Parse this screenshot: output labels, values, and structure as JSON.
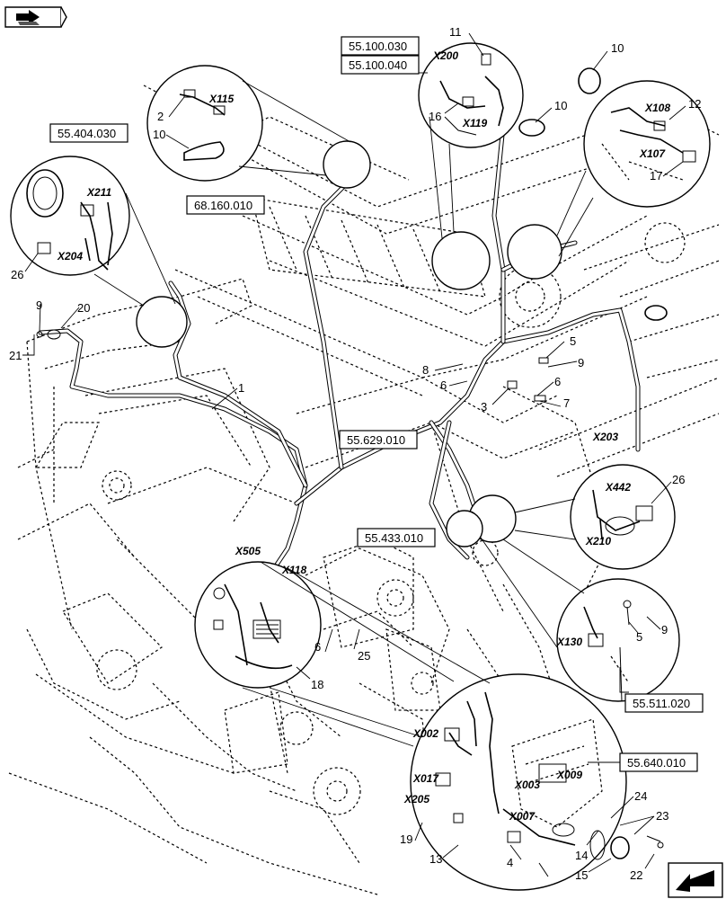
{
  "icon": {
    "name": "navigation-arrow-icon"
  },
  "ref_boxes": [
    {
      "id": "ref-55100030",
      "text": "55.100.030"
    },
    {
      "id": "ref-55100040",
      "text": "55.100.040"
    },
    {
      "id": "ref-55404030",
      "text": "55.404.030"
    },
    {
      "id": "ref-68160010",
      "text": "68.160.010"
    },
    {
      "id": "ref-55629010",
      "text": "55.629.010"
    },
    {
      "id": "ref-55433010",
      "text": "55.433.010"
    },
    {
      "id": "ref-55511020",
      "text": "55.511.020"
    },
    {
      "id": "ref-55640010",
      "text": "55.640.010"
    }
  ],
  "connectors": [
    "X200",
    "X119",
    "X115",
    "X108",
    "X107",
    "X211",
    "X204",
    "X203",
    "X442",
    "X210",
    "X505",
    "X118",
    "X130",
    "X002",
    "X017",
    "X205",
    "X003",
    "X009",
    "X007"
  ],
  "callouts": [
    "11",
    "10",
    "10",
    "12",
    "17",
    "2",
    "10",
    "16",
    "26",
    "9",
    "20",
    "21",
    "1",
    "8",
    "6",
    "5",
    "9",
    "6",
    "3",
    "7",
    "26",
    "9",
    "5",
    "6",
    "25",
    "18",
    "24",
    "23",
    "19",
    "13",
    "4",
    "14",
    "15",
    "22"
  ]
}
